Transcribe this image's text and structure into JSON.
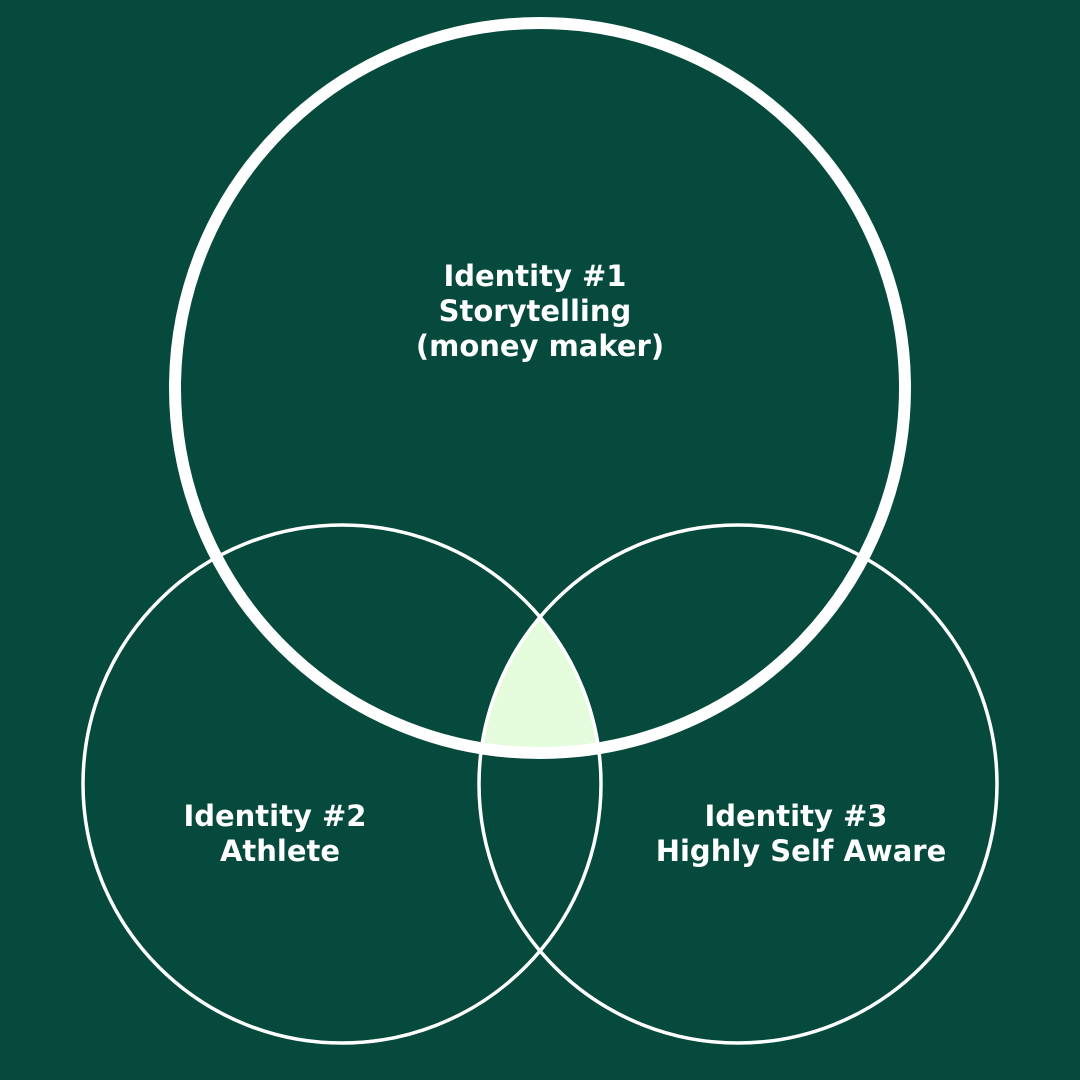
{
  "colors": {
    "background": "#054a3d",
    "stroke": "#ffffff",
    "text": "#ffffff",
    "intersection_fill": "#e4fbdc"
  },
  "circles": [
    {
      "id": "identity-1",
      "lines": [
        "Identity #1",
        "Storytelling",
        "(money maker)"
      ]
    },
    {
      "id": "identity-2",
      "lines": [
        "Identity #2",
        "Athlete"
      ]
    },
    {
      "id": "identity-3",
      "lines": [
        "Identity #3",
        "Highly Self Aware"
      ]
    }
  ]
}
